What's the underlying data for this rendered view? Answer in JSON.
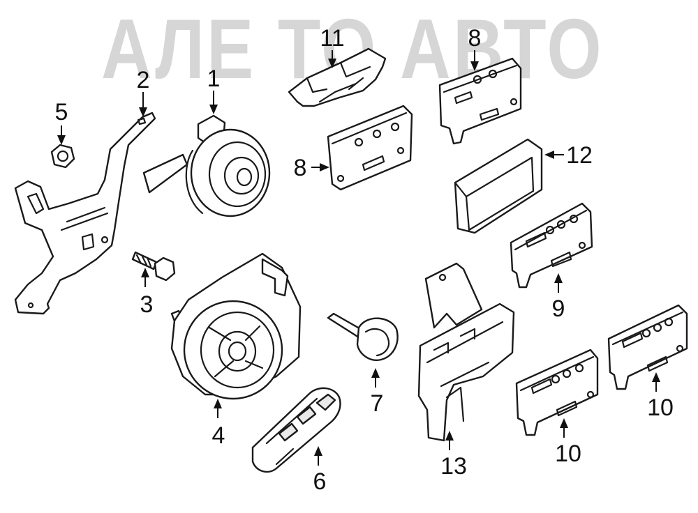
{
  "watermark": {
    "text": "АЛЕ ТО АВТО"
  },
  "colors": {
    "line": "#1a1a1a",
    "watermark": "#d6d6d6",
    "background": "#ffffff"
  },
  "callouts": [
    {
      "id": "c1",
      "label": "1"
    },
    {
      "id": "c2",
      "label": "2"
    },
    {
      "id": "c3",
      "label": "3"
    },
    {
      "id": "c4",
      "label": "4"
    },
    {
      "id": "c5",
      "label": "5"
    },
    {
      "id": "c6",
      "label": "6"
    },
    {
      "id": "c7",
      "label": "7"
    },
    {
      "id": "c8a",
      "label": "8"
    },
    {
      "id": "c8b",
      "label": "8"
    },
    {
      "id": "c9",
      "label": "9"
    },
    {
      "id": "c10a",
      "label": "10"
    },
    {
      "id": "c10b",
      "label": "10"
    },
    {
      "id": "c11",
      "label": "11"
    },
    {
      "id": "c12",
      "label": "12"
    },
    {
      "id": "c13",
      "label": "13"
    }
  ]
}
